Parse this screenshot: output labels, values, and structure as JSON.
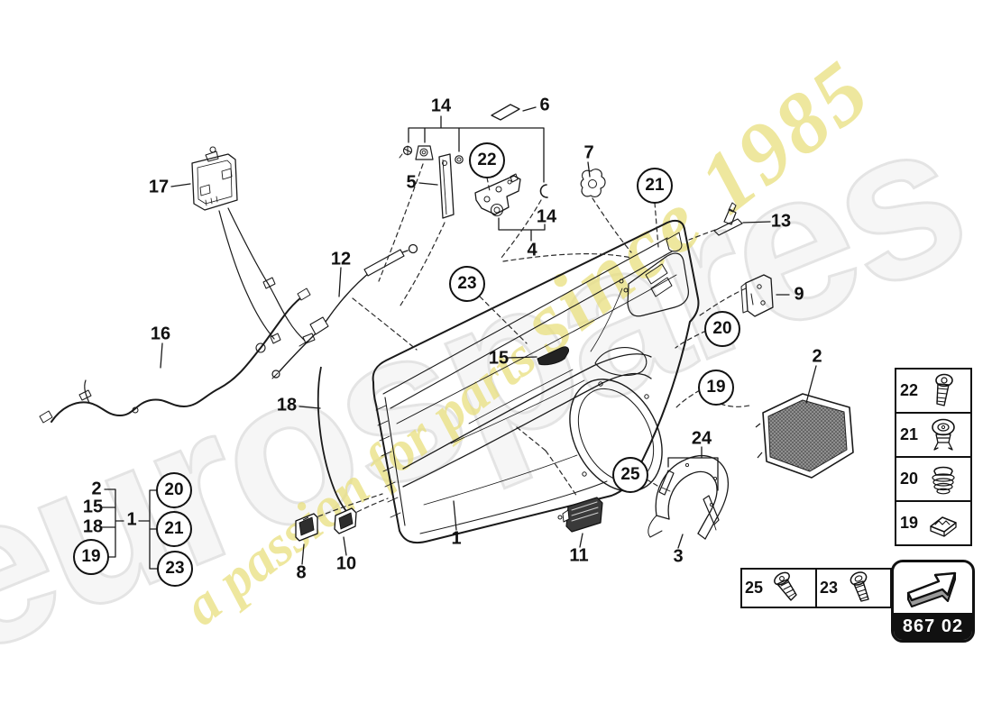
{
  "watermark": {
    "brand": "eurospares",
    "tagline": "a passion for parts ",
    "tagline_year": "since 1985"
  },
  "labels": {
    "n14a": "14",
    "n6": "6",
    "n5": "5",
    "n7": "7",
    "n14b": "14",
    "n4": "4",
    "n13": "13",
    "n9": "9",
    "n12": "12",
    "n17": "17",
    "n16": "16",
    "n18": "18",
    "n15": "15",
    "n2b": "2",
    "n24": "24",
    "n3": "3",
    "n11": "11",
    "n1b": "1",
    "n8": "8",
    "n10": "10",
    "g2": "2",
    "g15": "15",
    "g18": "18",
    "g1": "1"
  },
  "circles": {
    "c22": "22",
    "c23": "23",
    "c21": "21",
    "c20": "20",
    "c19": "19",
    "c25": "25",
    "gc19": "19",
    "gc20": "20",
    "gc21": "21",
    "gc23": "23"
  },
  "legend_right": {
    "items": [
      {
        "label": "22",
        "icon": "pan-head-torx-screw"
      },
      {
        "label": "21",
        "icon": "expanding-rivet"
      },
      {
        "label": "20",
        "icon": "retaining-clip"
      },
      {
        "label": "19",
        "icon": "spring-clip"
      }
    ]
  },
  "legend_bottom": {
    "items": [
      {
        "label": "25",
        "icon": "countersunk-screw"
      },
      {
        "label": "23",
        "icon": "pan-head-screw"
      }
    ]
  },
  "badge": {
    "code": "867 02",
    "icon": "arrow-up-right"
  }
}
